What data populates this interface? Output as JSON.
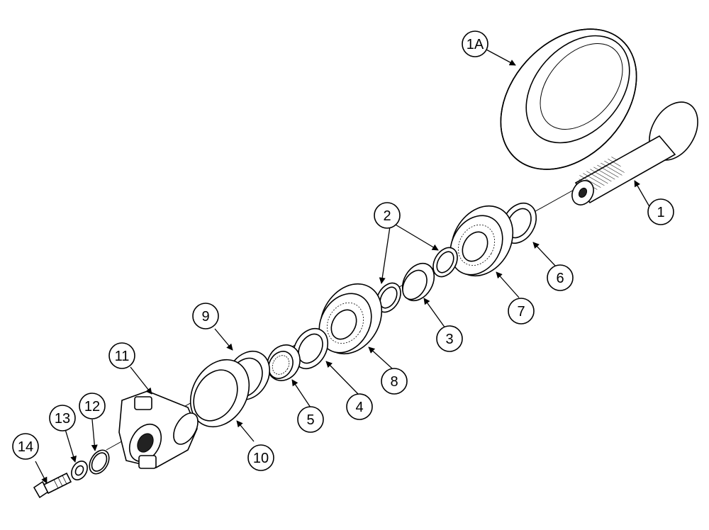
{
  "callouts": {
    "c1": "1",
    "c1a": "1A",
    "c2": "2",
    "c3": "3",
    "c4": "4",
    "c5": "5",
    "c6": "6",
    "c7": "7",
    "c8": "8",
    "c9": "9",
    "c10": "10",
    "c11": "11",
    "c12": "12",
    "c13": "13",
    "c14": "14"
  }
}
